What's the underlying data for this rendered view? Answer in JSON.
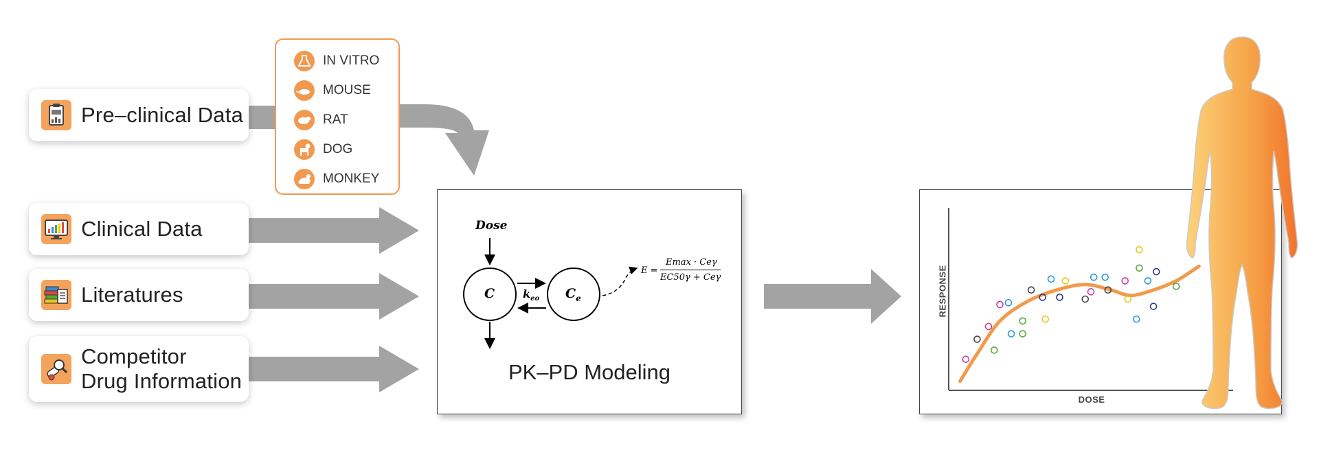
{
  "sources": [
    {
      "name": "pre-clinical",
      "label_lines": [
        "Pre–clinical Data"
      ],
      "icon": "clipboard-icon"
    },
    {
      "name": "clinical",
      "label_lines": [
        "Clinical Data"
      ],
      "icon": "monitor-chart-icon"
    },
    {
      "name": "literatures",
      "label_lines": [
        "Literatures"
      ],
      "icon": "books-icon"
    },
    {
      "name": "competitor",
      "label_lines": [
        "Competitor",
        "Drug Information"
      ],
      "icon": "pill-magnifier-icon"
    }
  ],
  "species": [
    {
      "label": "IN VITRO",
      "icon": "flask-icon"
    },
    {
      "label": "MOUSE",
      "icon": "mouse-icon"
    },
    {
      "label": "RAT",
      "icon": "rat-icon"
    },
    {
      "label": "DOG",
      "icon": "dog-icon"
    },
    {
      "label": "MONKEY",
      "icon": "monkey-icon"
    }
  ],
  "model": {
    "dose_label": "Dose",
    "central_label": "C",
    "effect_label_main": "C",
    "effect_label_sub": "e",
    "rate_label_main": "k",
    "rate_label_sub": "eo",
    "equation_lhs": "E =",
    "equation_num": "Emax · Ceγ",
    "equation_den": "EC50γ + Ceγ",
    "title": "PK–PD Modeling"
  },
  "response_chart": {
    "ylabel": "RESPONSE",
    "xlabel": "DOSE"
  },
  "colors": {
    "accent_orange": "#f0994f",
    "arrow_gray": "#a3a3a3",
    "curve_orange": "#f29a4c",
    "human_light": "#fdd27a",
    "human_dark": "#f2732a"
  },
  "chart_data": {
    "type": "scatter",
    "xlabel": "DOSE",
    "ylabel": "RESPONSE",
    "grid": false,
    "xlim": [
      0,
      100
    ],
    "ylim": [
      0,
      100
    ],
    "points": [
      {
        "x": 6,
        "y": 17,
        "color": "#c73fa0"
      },
      {
        "x": 10,
        "y": 28,
        "color": "#444444"
      },
      {
        "x": 14,
        "y": 35,
        "color": "#c73fa0"
      },
      {
        "x": 16,
        "y": 22,
        "color": "#5aa83b"
      },
      {
        "x": 18,
        "y": 47,
        "color": "#c73fa0"
      },
      {
        "x": 21,
        "y": 48,
        "color": "#2a9bd8"
      },
      {
        "x": 22,
        "y": 31,
        "color": "#2a9bd8"
      },
      {
        "x": 26,
        "y": 38,
        "color": "#5aa83b"
      },
      {
        "x": 26,
        "y": 31,
        "color": "#5aa83b"
      },
      {
        "x": 29,
        "y": 55,
        "color": "#444444"
      },
      {
        "x": 33,
        "y": 51,
        "color": "#2f3a8f"
      },
      {
        "x": 34,
        "y": 39,
        "color": "#e6c91a"
      },
      {
        "x": 36,
        "y": 61,
        "color": "#2a9bd8"
      },
      {
        "x": 39,
        "y": 51,
        "color": "#2f3a8f"
      },
      {
        "x": 41,
        "y": 60,
        "color": "#e6c91a"
      },
      {
        "x": 48,
        "y": 50,
        "color": "#444444"
      },
      {
        "x": 50,
        "y": 54,
        "color": "#c73fa0"
      },
      {
        "x": 51,
        "y": 62,
        "color": "#2a9bd8"
      },
      {
        "x": 55,
        "y": 62,
        "color": "#2a9bd8"
      },
      {
        "x": 56,
        "y": 55,
        "color": "#444444"
      },
      {
        "x": 62,
        "y": 60,
        "color": "#c73fa0"
      },
      {
        "x": 63,
        "y": 50,
        "color": "#e6c91a"
      },
      {
        "x": 66,
        "y": 39,
        "color": "#2a9bd8"
      },
      {
        "x": 67,
        "y": 67,
        "color": "#5aa83b"
      },
      {
        "x": 67,
        "y": 77,
        "color": "#e6c91a"
      },
      {
        "x": 70,
        "y": 60,
        "color": "#2a9bd8"
      },
      {
        "x": 72,
        "y": 46,
        "color": "#2f3a8f"
      },
      {
        "x": 73,
        "y": 65,
        "color": "#2f3a8f"
      },
      {
        "x": 80,
        "y": 57,
        "color": "#5aa83b"
      }
    ],
    "fit_curve": [
      {
        "x": 4,
        "y": 5
      },
      {
        "x": 10,
        "y": 20
      },
      {
        "x": 18,
        "y": 38
      },
      {
        "x": 28,
        "y": 49
      },
      {
        "x": 38,
        "y": 55
      },
      {
        "x": 48,
        "y": 58
      },
      {
        "x": 57,
        "y": 55
      },
      {
        "x": 64,
        "y": 52
      },
      {
        "x": 72,
        "y": 55
      },
      {
        "x": 80,
        "y": 60
      },
      {
        "x": 88,
        "y": 68
      }
    ]
  }
}
